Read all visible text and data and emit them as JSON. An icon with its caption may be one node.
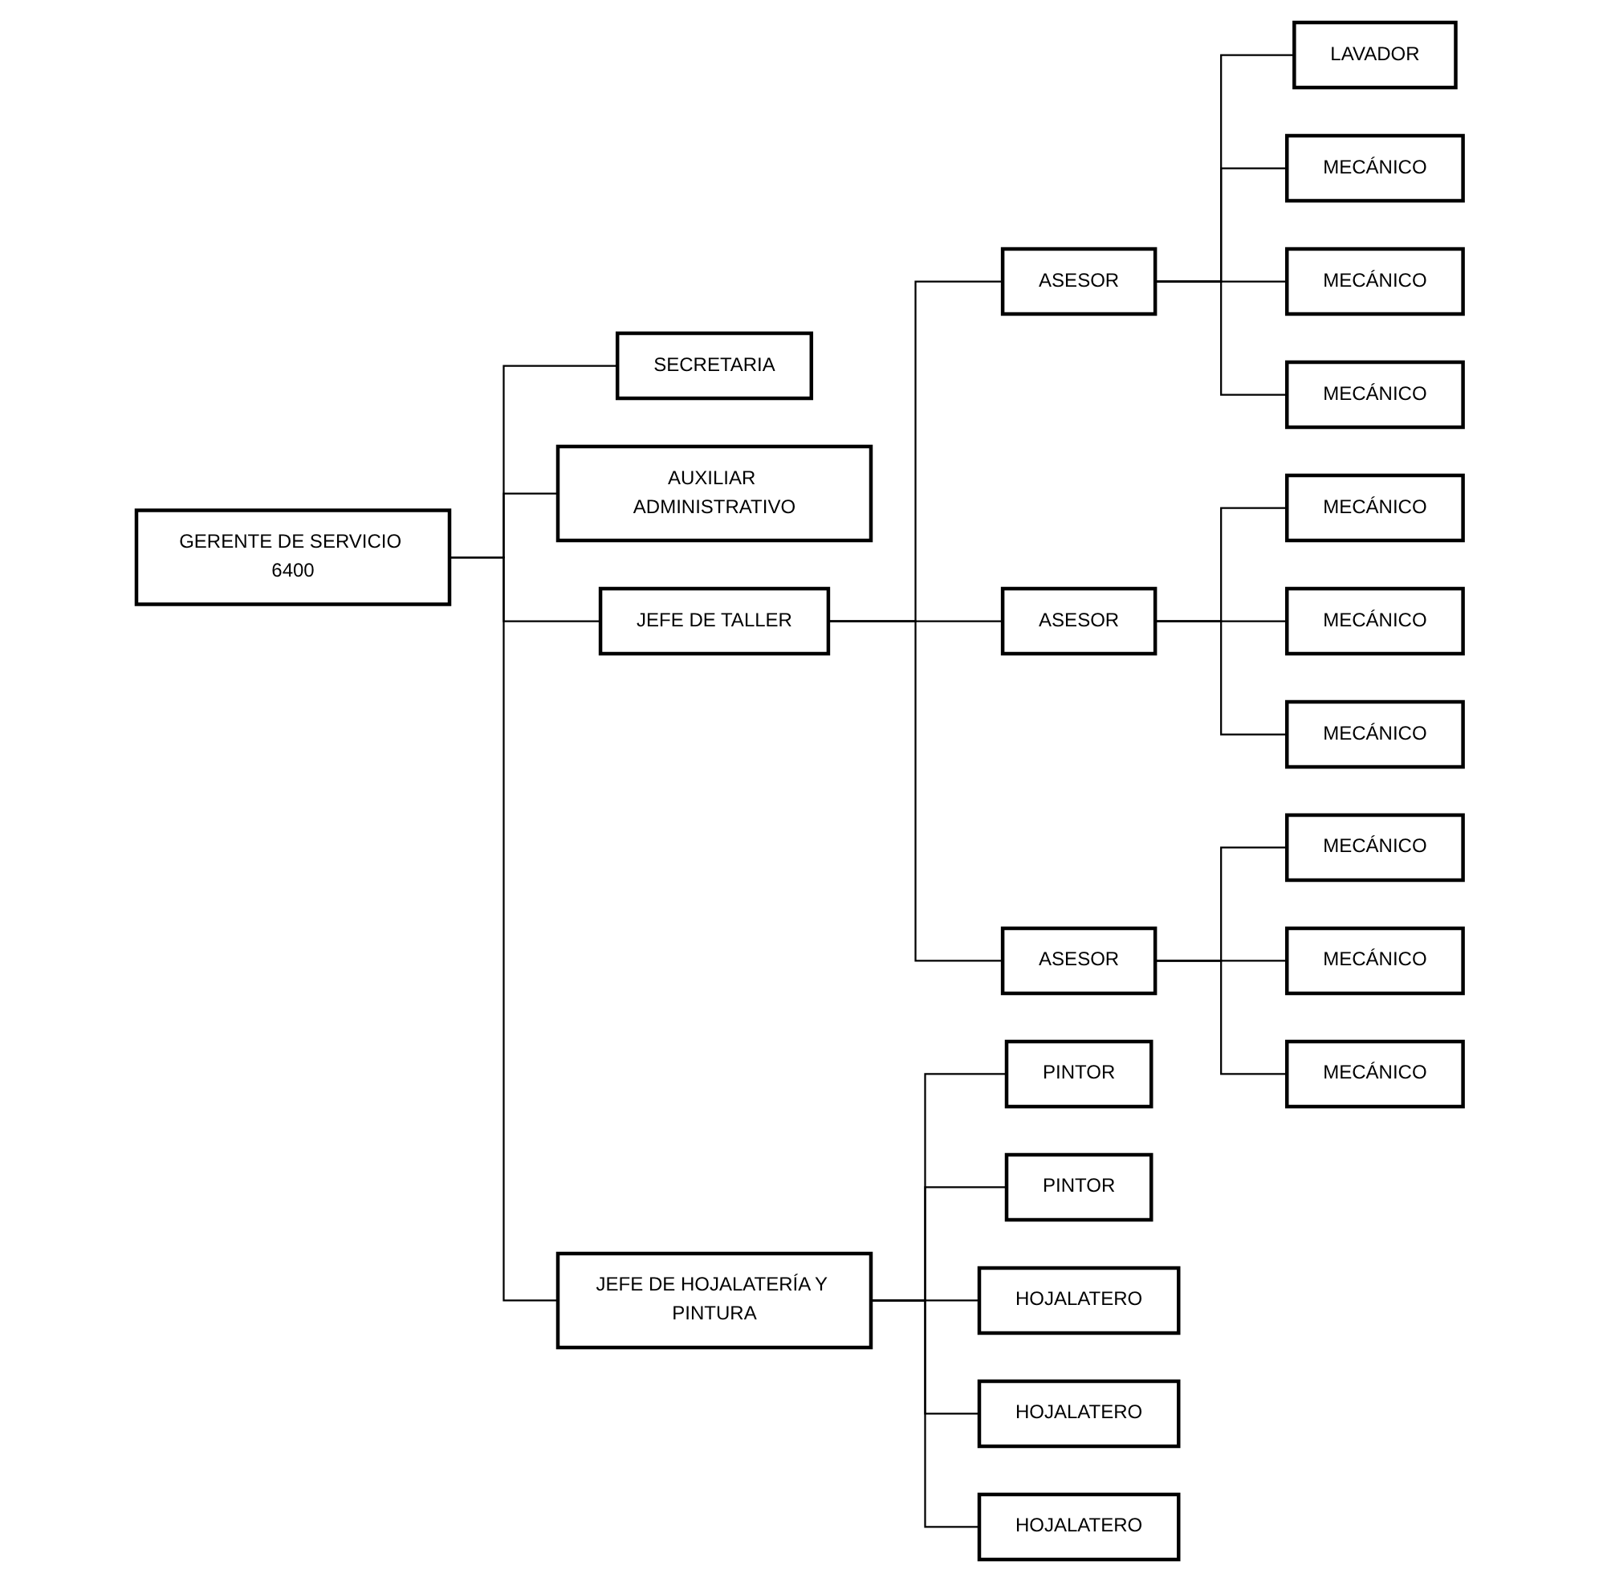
{
  "diagram": {
    "nodes": [
      {
        "text": [
          "GERENTE DE SERVICIO 6400"
        ]
      },
      {
        "text": [
          "SECRETARIA"
        ]
      },
      {
        "text": [
          "AUXILIAR ADMINISTRATIVO"
        ]
      },
      {
        "text": [
          "JEFE DE TALLER"
        ]
      },
      {
        "text": [
          "JEFE DE HOJALATERÍA Y PINTURA"
        ]
      },
      {
        "text": [
          "ASESOR"
        ]
      },
      {
        "text": [
          "ASESOR"
        ]
      },
      {
        "text": [
          "ASESOR"
        ]
      },
      {
        "text": [
          "LAVADOR"
        ]
      },
      {
        "text": [
          "MECÁNICO"
        ]
      },
      {
        "text": [
          "MECÁNICO"
        ]
      },
      {
        "text": [
          "MECÁNICO"
        ]
      },
      {
        "text": [
          "MECÁNICO"
        ]
      },
      {
        "text": [
          "MECÁNICO"
        ]
      },
      {
        "text": [
          "MECÁNICO"
        ]
      },
      {
        "text": [
          "MECÁNICO"
        ]
      },
      {
        "text": [
          "MECÁNICO"
        ]
      },
      {
        "text": [
          "MECÁNICO"
        ]
      },
      {
        "text": [
          "PINTOR"
        ]
      },
      {
        "text": [
          "PINTOR"
        ]
      },
      {
        "text": [
          "HOJALATERO"
        ]
      },
      {
        "text": [
          "HOJALATERO"
        ]
      },
      {
        "text": [
          "HOJALATERO"
        ]
      }
    ],
    "edges": [
      {
        "from": 0,
        "to": 1,
        "arrow": "none"
      },
      {
        "from": 0,
        "to": 2,
        "arrow": "none"
      },
      {
        "from": 0,
        "to": 3,
        "arrow": "none"
      },
      {
        "from": 0,
        "to": 4,
        "arrow": "none"
      },
      {
        "from": 3,
        "to": 5,
        "arrow": "none"
      },
      {
        "from": 3,
        "to": 6,
        "arrow": "none"
      },
      {
        "from": 3,
        "to": 7,
        "arrow": "none"
      },
      {
        "from": 5,
        "to": 8,
        "arrow": "none"
      },
      {
        "from": 5,
        "to": 9,
        "arrow": "none"
      },
      {
        "from": 5,
        "to": 10,
        "arrow": "none"
      },
      {
        "from": 5,
        "to": 11,
        "arrow": "none"
      },
      {
        "from": 6,
        "to": 12,
        "arrow": "none"
      },
      {
        "from": 6,
        "to": 13,
        "arrow": "none"
      },
      {
        "from": 6,
        "to": 14,
        "arrow": "none"
      },
      {
        "from": 7,
        "to": 15,
        "arrow": "none"
      },
      {
        "from": 7,
        "to": 16,
        "arrow": "none"
      },
      {
        "from": 7,
        "to": 17,
        "arrow": "none"
      },
      {
        "from": 4,
        "to": 18,
        "arrow": "none"
      },
      {
        "from": 4,
        "to": 19,
        "arrow": "none"
      },
      {
        "from": 4,
        "to": 20,
        "arrow": "none"
      },
      {
        "from": 4,
        "to": 21,
        "arrow": "none"
      },
      {
        "from": 4,
        "to": 22,
        "arrow": "none"
      }
    ]
  }
}
